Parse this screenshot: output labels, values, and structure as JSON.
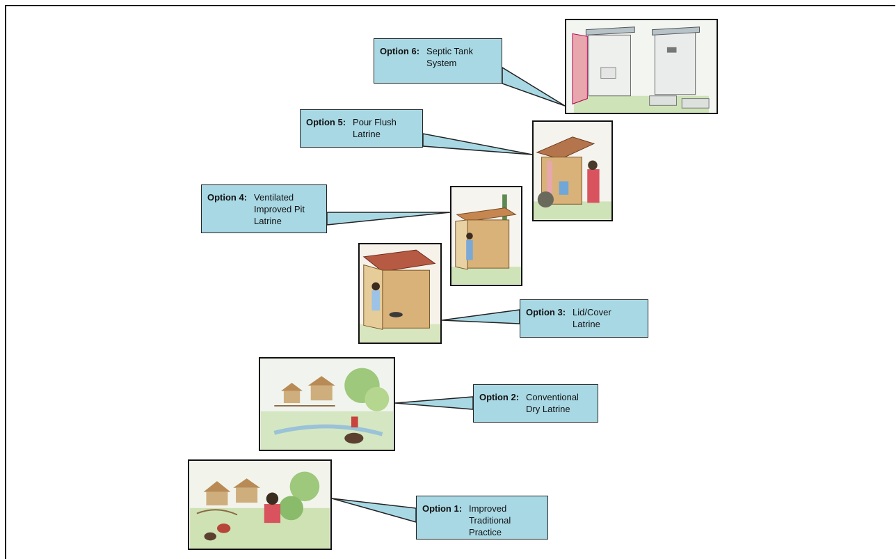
{
  "options": [
    {
      "id": 1,
      "option_label": "Option 1:",
      "description": "Improved\nTraditional\nPractice",
      "illustration": "village-field-scene-icon"
    },
    {
      "id": 2,
      "option_label": "Option 2:",
      "description": "Conventional\nDry Latrine",
      "illustration": "village-pit-scene-icon"
    },
    {
      "id": 3,
      "option_label": "Option 3:",
      "description": "Lid/Cover\nLatrine",
      "illustration": "bamboo-latrine-icon"
    },
    {
      "id": 4,
      "option_label": "Option 4:",
      "description": "Ventilated\nImproved Pit\nLatrine",
      "illustration": "vent-pipe-latrine-icon"
    },
    {
      "id": 5,
      "option_label": "Option 5:",
      "description": "Pour Flush\nLatrine",
      "illustration": "pour-flush-latrine-icon"
    },
    {
      "id": 6,
      "option_label": "Option 6:",
      "description": "Septic Tank\nSystem",
      "illustration": "septic-tank-latrine-icon"
    }
  ],
  "colors": {
    "callout_fill": "#a8d8e4",
    "border": "#111111"
  }
}
